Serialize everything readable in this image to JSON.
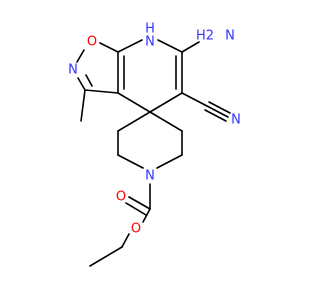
{
  "molecule": {
    "atoms": {
      "nh_n": "N",
      "nh_h": "H",
      "nh2_h2": "H2",
      "nh2_n": "N",
      "isox_o": "O",
      "isox_n": "N",
      "cyano_n": "N",
      "pip_n": "N",
      "carbonyl_o": "O",
      "ester_o": "O"
    },
    "colors": {
      "bond": "#000000",
      "nitrogen": "#3333ff",
      "oxygen": "#ff0000"
    }
  }
}
